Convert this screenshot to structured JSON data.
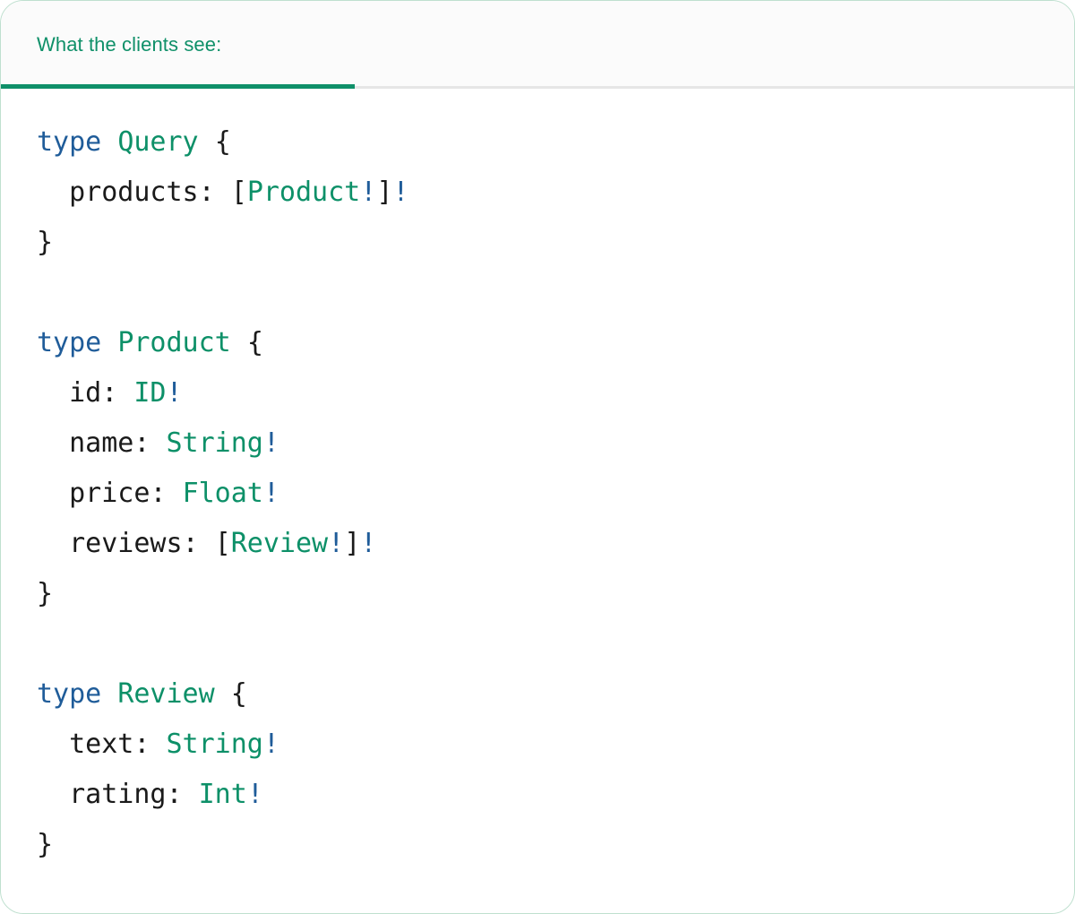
{
  "panel": {
    "accent_color": "#0f9069",
    "keyword_color": "#1f5c99",
    "typename_color": "#0d9068",
    "text_color": "#1a1a1a",
    "border_color": "#bfe0cf",
    "header_bg": "#fbfbfb"
  },
  "tabs": [
    {
      "label": "What the clients see:",
      "active": true
    }
  ],
  "code": {
    "language": "graphql",
    "lines": [
      {
        "indent": 0,
        "tokens": [
          {
            "t": "type",
            "c": "kw"
          },
          {
            "t": " ",
            "c": "pun"
          },
          {
            "t": "Query",
            "c": "tname"
          },
          {
            "t": " ",
            "c": "pun"
          },
          {
            "t": "{",
            "c": "pun"
          }
        ]
      },
      {
        "indent": 1,
        "tokens": [
          {
            "t": "products",
            "c": "fld"
          },
          {
            "t": ": ",
            "c": "pun"
          },
          {
            "t": "[",
            "c": "pun"
          },
          {
            "t": "Product",
            "c": "tname"
          },
          {
            "t": "!",
            "c": "bang"
          },
          {
            "t": "]",
            "c": "pun"
          },
          {
            "t": "!",
            "c": "bang"
          }
        ]
      },
      {
        "indent": 0,
        "tokens": [
          {
            "t": "}",
            "c": "pun"
          }
        ]
      },
      {
        "indent": 0,
        "tokens": []
      },
      {
        "indent": 0,
        "tokens": [
          {
            "t": "type",
            "c": "kw"
          },
          {
            "t": " ",
            "c": "pun"
          },
          {
            "t": "Product",
            "c": "tname"
          },
          {
            "t": " ",
            "c": "pun"
          },
          {
            "t": "{",
            "c": "pun"
          }
        ]
      },
      {
        "indent": 1,
        "tokens": [
          {
            "t": "id",
            "c": "fld"
          },
          {
            "t": ": ",
            "c": "pun"
          },
          {
            "t": "ID",
            "c": "tname"
          },
          {
            "t": "!",
            "c": "bang"
          }
        ]
      },
      {
        "indent": 1,
        "tokens": [
          {
            "t": "name",
            "c": "fld"
          },
          {
            "t": ": ",
            "c": "pun"
          },
          {
            "t": "String",
            "c": "tname"
          },
          {
            "t": "!",
            "c": "bang"
          }
        ]
      },
      {
        "indent": 1,
        "tokens": [
          {
            "t": "price",
            "c": "fld"
          },
          {
            "t": ": ",
            "c": "pun"
          },
          {
            "t": "Float",
            "c": "tname"
          },
          {
            "t": "!",
            "c": "bang"
          }
        ]
      },
      {
        "indent": 1,
        "tokens": [
          {
            "t": "reviews",
            "c": "fld"
          },
          {
            "t": ": ",
            "c": "pun"
          },
          {
            "t": "[",
            "c": "pun"
          },
          {
            "t": "Review",
            "c": "tname"
          },
          {
            "t": "!",
            "c": "bang"
          },
          {
            "t": "]",
            "c": "pun"
          },
          {
            "t": "!",
            "c": "bang"
          }
        ]
      },
      {
        "indent": 0,
        "tokens": [
          {
            "t": "}",
            "c": "pun"
          }
        ]
      },
      {
        "indent": 0,
        "tokens": []
      },
      {
        "indent": 0,
        "tokens": [
          {
            "t": "type",
            "c": "kw"
          },
          {
            "t": " ",
            "c": "pun"
          },
          {
            "t": "Review",
            "c": "tname"
          },
          {
            "t": " ",
            "c": "pun"
          },
          {
            "t": "{",
            "c": "pun"
          }
        ]
      },
      {
        "indent": 1,
        "tokens": [
          {
            "t": "text",
            "c": "fld"
          },
          {
            "t": ": ",
            "c": "pun"
          },
          {
            "t": "String",
            "c": "tname"
          },
          {
            "t": "!",
            "c": "bang"
          }
        ]
      },
      {
        "indent": 1,
        "tokens": [
          {
            "t": "rating",
            "c": "fld"
          },
          {
            "t": ": ",
            "c": "pun"
          },
          {
            "t": "Int",
            "c": "tname"
          },
          {
            "t": "!",
            "c": "bang"
          }
        ]
      },
      {
        "indent": 0,
        "tokens": [
          {
            "t": "}",
            "c": "pun"
          }
        ]
      }
    ]
  }
}
